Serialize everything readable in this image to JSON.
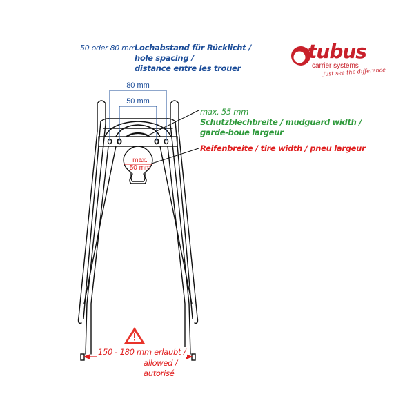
{
  "brand": {
    "name": "tubus",
    "subtitle": "carrier systems",
    "tagline": "Just see the difference",
    "color": "#c8202a"
  },
  "annotations": {
    "hole_spacing": {
      "values": "50 oder 80 mm",
      "line1": "Lochabstand für Rücklicht /",
      "line2": "hole spacing /",
      "line3": "distance entre les trouer",
      "color": "#1f4f9a"
    },
    "mudguard": {
      "max": "max. 55 mm",
      "line1": "Schutzblechbreite / mudguard width /",
      "line2": "garde-boue largeur",
      "color": "#2f9a3c"
    },
    "tire": {
      "line1": "Reifenbreite / tire width / pneu largeur",
      "color": "#e02020"
    },
    "dropout_width": {
      "line1": "150 - 180 mm erlaubt /",
      "line2": "allowed /",
      "line3": "autorisé",
      "color": "#e02020"
    }
  },
  "dimensions": {
    "outer": "80 mm",
    "inner": "50 mm",
    "tire_max_1": "max.",
    "tire_max_2": "50 mm"
  },
  "icons": {
    "warning": "warning-triangle-icon"
  }
}
